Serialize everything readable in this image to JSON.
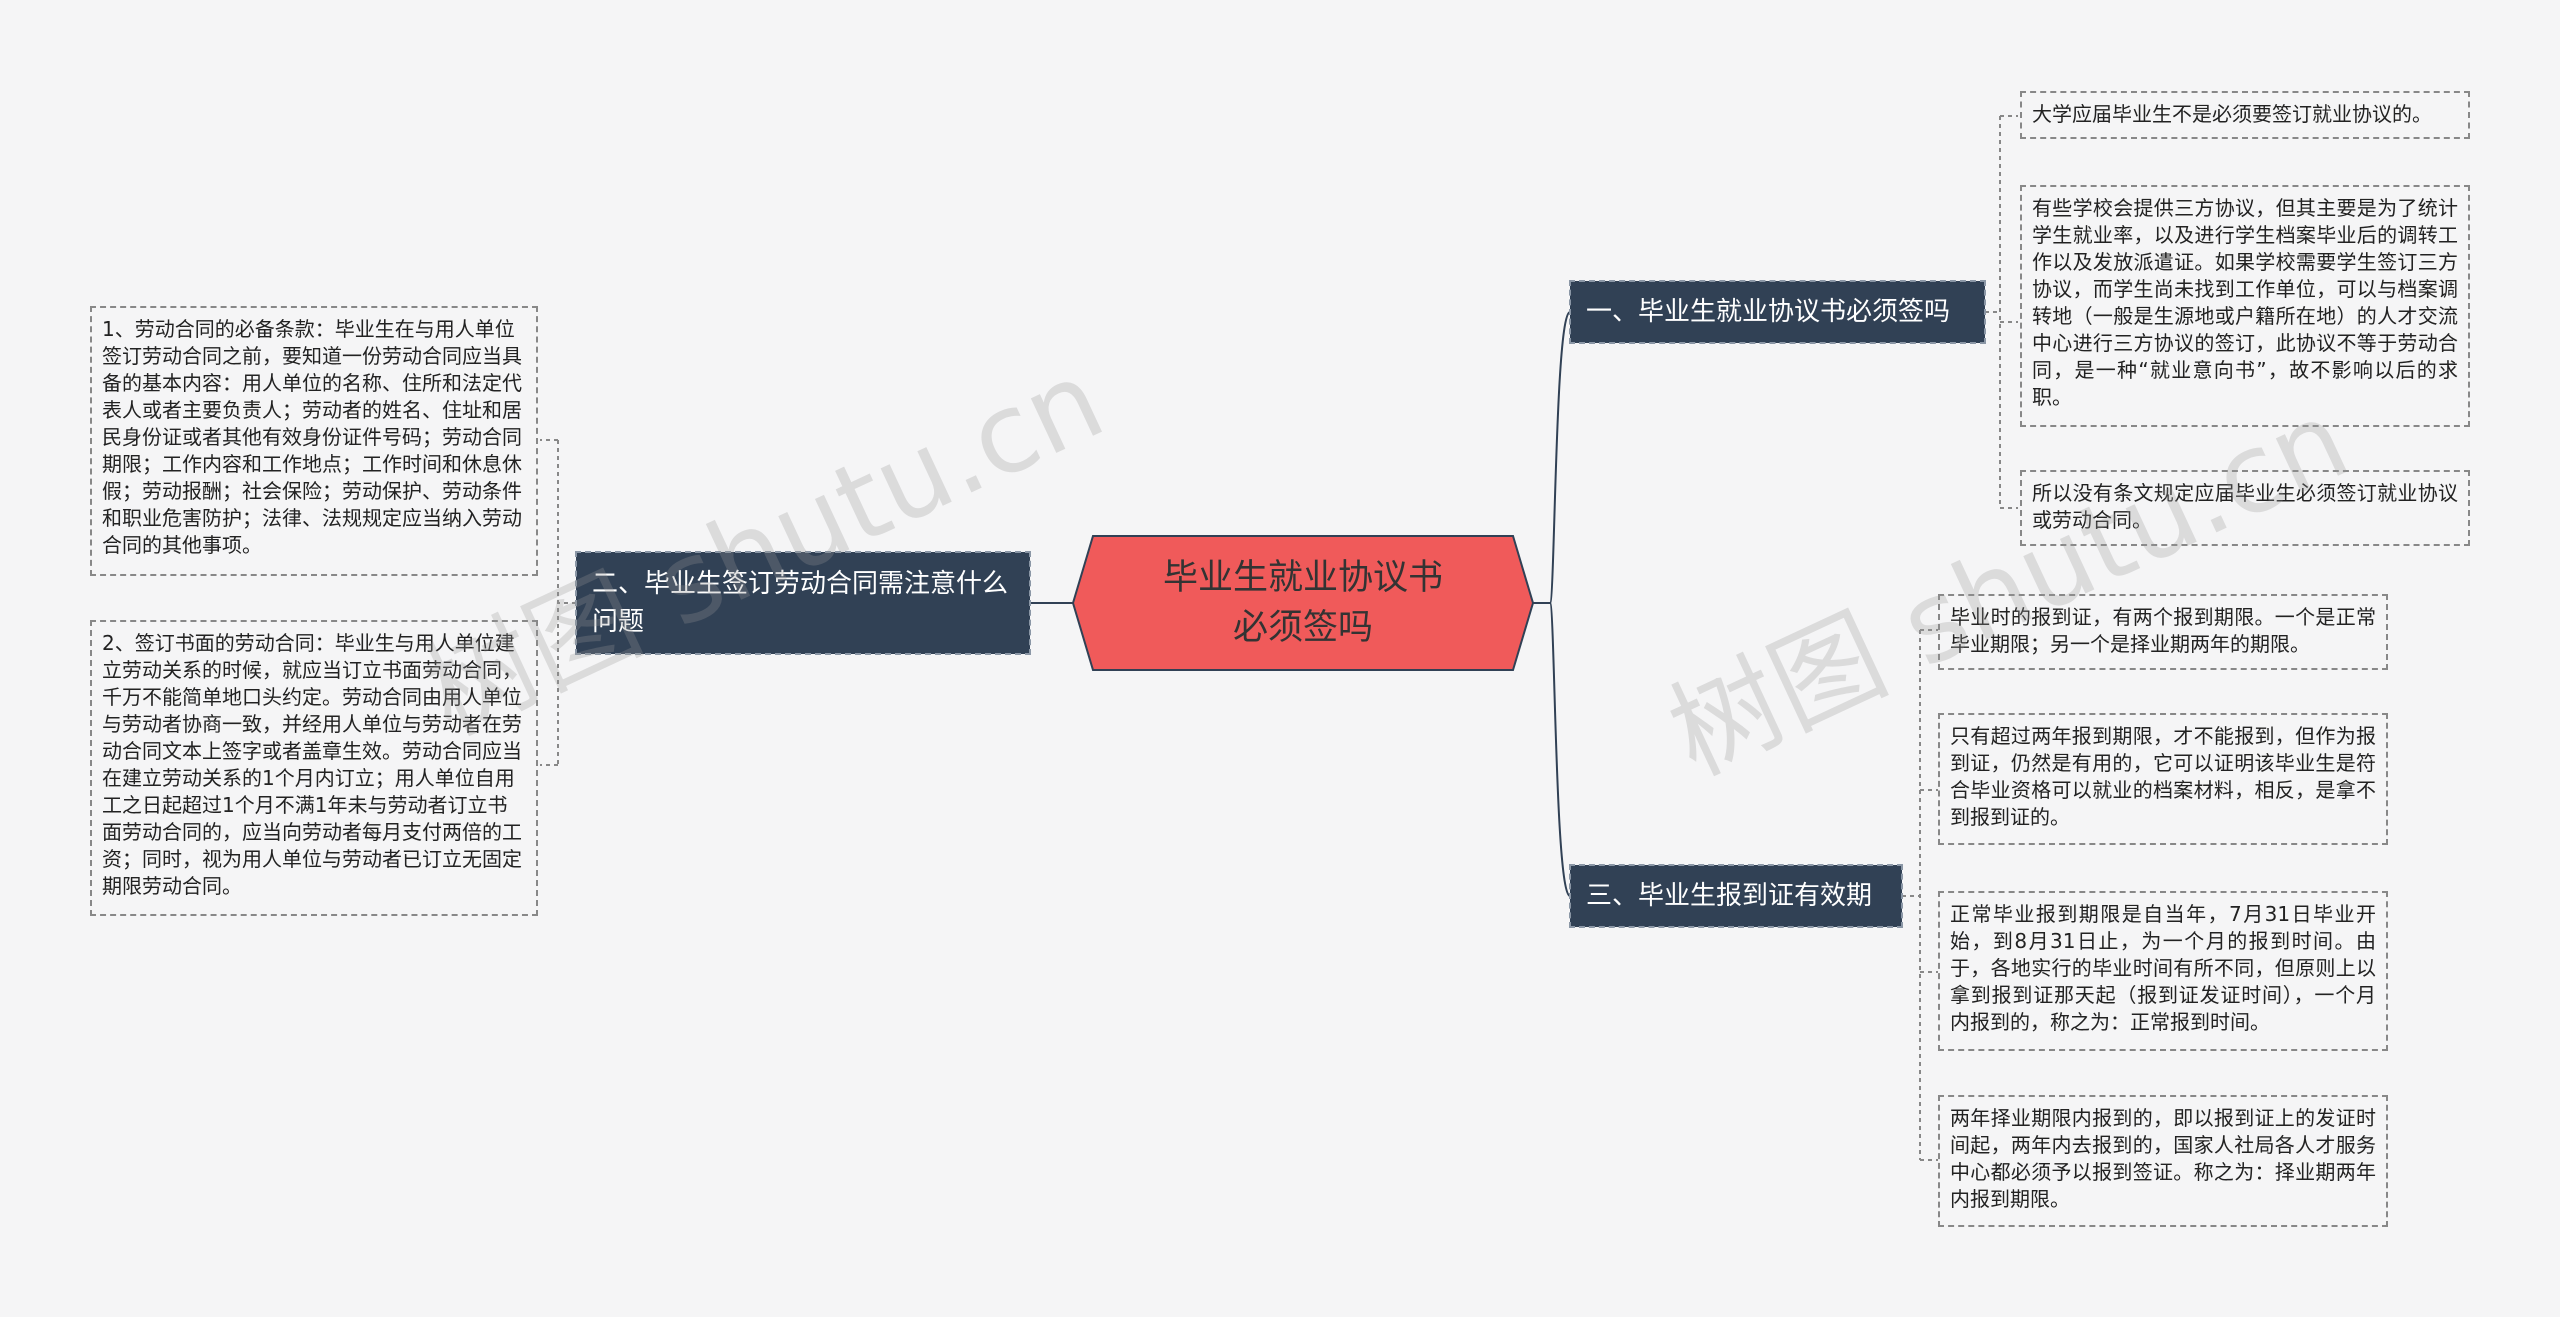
{
  "central": {
    "title": "毕业生就业协议书必须签吗"
  },
  "branches": [
    {
      "id": "b1",
      "label": "一、毕业生就业协议书必须签吗",
      "leaves": [
        "大学应届毕业生不是必须要签订就业协议的。",
        "有些学校会提供三方协议，但其主要是为了统计学生就业率，以及进行学生档案毕业后的调转工作以及发放派遣证。如果学校需要学生签订三方协议，而学生尚未找到工作单位，可以与档案调转地（一般是生源地或户籍所在地）的人才交流中心进行三方协议的签订，此协议不等于劳动合同，是一种“就业意向书”，故不影响以后的求职。",
        "所以没有条文规定应届毕业生必须签订就业协议或劳动合同。"
      ]
    },
    {
      "id": "b2",
      "label": "二、毕业生签订劳动合同需注意什么问题",
      "leaves": [
        "1、劳动合同的必备条款：毕业生在与用人单位签订劳动合同之前，要知道一份劳动合同应当具备的基本内容：用人单位的名称、住所和法定代表人或者主要负责人；劳动者的姓名、住址和居民身份证或者其他有效身份证件号码；劳动合同期限；工作内容和工作地点；工作时间和休息休假；劳动报酬；社会保险；劳动保护、劳动条件和职业危害防护；法律、法规规定应当纳入劳动合同的其他事项。",
        "2、签订书面的劳动合同：毕业生与用人单位建立劳动关系的时候，就应当订立书面劳动合同，千万不能简单地口头约定。劳动合同由用人单位与劳动者协商一致，并经用人单位与劳动者在劳动合同文本上签字或者盖章生效。劳动合同应当在建立劳动关系的1个月内订立；用人单位自用工之日起超过1个月不满1年未与劳动者订立书面劳动合同的，应当向劳动者每月支付两倍的工资；同时，视为用人单位与劳动者已订立无固定期限劳动合同。"
      ]
    },
    {
      "id": "b3",
      "label": "三、毕业生报到证有效期",
      "leaves": [
        "毕业时的报到证，有两个报到期限。一个是正常毕业期限；另一个是择业期两年的期限。",
        "只有超过两年报到期限，才不能报到，但作为报到证，仍然是有用的，它可以证明该毕业生是符合毕业资格可以就业的档案材料，相反，是拿不到报到证的。",
        "正常毕业报到期限是自当年，7月31日毕业开始，到8月31日止，为一个月的报到时间。由于，各地实行的毕业时间有所不同，但原则上以拿到报到证那天起（报到证发证时间），一个月内报到的，称之为：正常报到时间。",
        "两年择业期限内报到的，即以报到证上的发证时间起，两年内去报到的，国家人社局各人才服务中心都必须予以报到签证。称之为：择业期两年内报到期限。"
      ]
    }
  ],
  "watermark": {
    "left": "树图 shutu.cn",
    "right": "树图 shutu.cn"
  },
  "colors": {
    "center_fill": "#f05a5a",
    "branch_fill": "#314155",
    "line": "#314155",
    "leaf_border": "#888888"
  }
}
